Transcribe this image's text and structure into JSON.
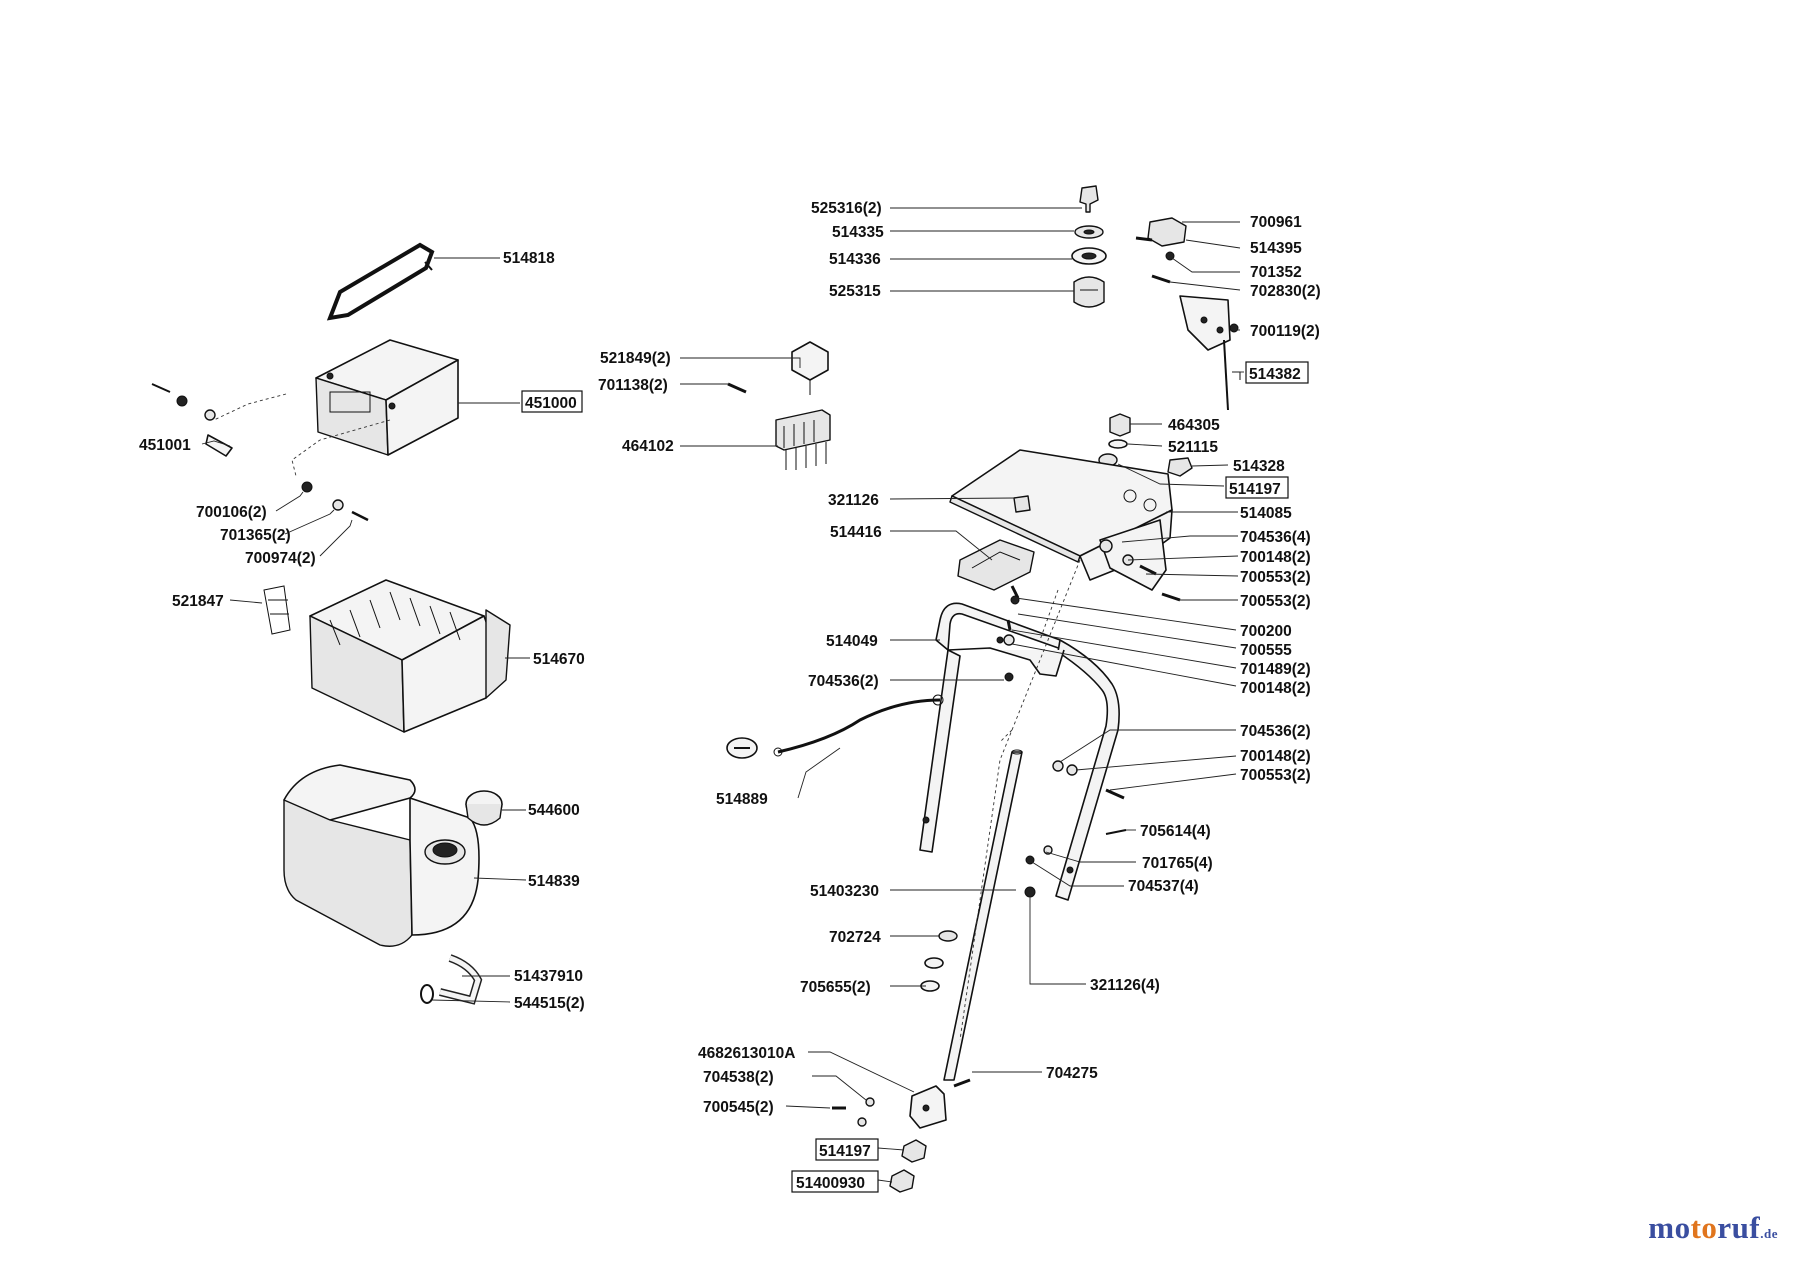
{
  "diagram": {
    "labels": [
      {
        "key": "l01",
        "text": "514818"
      },
      {
        "key": "l02",
        "text": "451000",
        "boxed": true
      },
      {
        "key": "l03",
        "text": "451001"
      },
      {
        "key": "l04",
        "text": "700106(2)"
      },
      {
        "key": "l05",
        "text": "701365(2)"
      },
      {
        "key": "l06",
        "text": "700974(2)"
      },
      {
        "key": "l07",
        "text": "521847"
      },
      {
        "key": "l08",
        "text": "514670"
      },
      {
        "key": "l09",
        "text": "544600"
      },
      {
        "key": "l10",
        "text": "514839"
      },
      {
        "key": "l11",
        "text": "51437910"
      },
      {
        "key": "l12",
        "text": "544515(2)"
      },
      {
        "key": "l13",
        "text": "521849(2)"
      },
      {
        "key": "l14",
        "text": "701138(2)"
      },
      {
        "key": "l15",
        "text": "464102"
      },
      {
        "key": "l16",
        "text": "525316(2)"
      },
      {
        "key": "l17",
        "text": "514335"
      },
      {
        "key": "l18",
        "text": "514336"
      },
      {
        "key": "l19",
        "text": "525315"
      },
      {
        "key": "l20",
        "text": "700961"
      },
      {
        "key": "l21",
        "text": "514395"
      },
      {
        "key": "l22",
        "text": "701352"
      },
      {
        "key": "l23",
        "text": "702830(2)"
      },
      {
        "key": "l24",
        "text": "700119(2)"
      },
      {
        "key": "l25",
        "text": "514382",
        "boxed": true
      },
      {
        "key": "l26",
        "text": "464305"
      },
      {
        "key": "l27",
        "text": "521115"
      },
      {
        "key": "l28",
        "text": "514328"
      },
      {
        "key": "l29",
        "text": "514197",
        "boxed": true
      },
      {
        "key": "l30",
        "text": "321126"
      },
      {
        "key": "l31",
        "text": "514085"
      },
      {
        "key": "l32",
        "text": "514416"
      },
      {
        "key": "l33",
        "text": "704536(4)"
      },
      {
        "key": "l34",
        "text": "700148(2)"
      },
      {
        "key": "l35",
        "text": "700553(2)"
      },
      {
        "key": "l36",
        "text": "700553(2)"
      },
      {
        "key": "l37",
        "text": "514049"
      },
      {
        "key": "l38",
        "text": "700200"
      },
      {
        "key": "l39",
        "text": "700555"
      },
      {
        "key": "l40",
        "text": "701489(2)"
      },
      {
        "key": "l41",
        "text": "700148(2)"
      },
      {
        "key": "l42",
        "text": "704536(2)"
      },
      {
        "key": "l43",
        "text": "704536(2)"
      },
      {
        "key": "l44",
        "text": "700148(2)"
      },
      {
        "key": "l45",
        "text": "700553(2)"
      },
      {
        "key": "l46",
        "text": "514889"
      },
      {
        "key": "l47",
        "text": "705614(4)"
      },
      {
        "key": "l48",
        "text": "701765(4)"
      },
      {
        "key": "l49",
        "text": "704537(4)"
      },
      {
        "key": "l50",
        "text": "51403230"
      },
      {
        "key": "l51",
        "text": "702724"
      },
      {
        "key": "l52",
        "text": "705655(2)"
      },
      {
        "key": "l53",
        "text": "321126(4)"
      },
      {
        "key": "l54",
        "text": "4682613010A"
      },
      {
        "key": "l55",
        "text": "704538(2)"
      },
      {
        "key": "l56",
        "text": "704275"
      },
      {
        "key": "l57",
        "text": "700545(2)"
      },
      {
        "key": "l58",
        "text": "514197",
        "boxed": true
      },
      {
        "key": "l59",
        "text": "51400930",
        "boxed": true
      }
    ]
  },
  "watermark": {
    "part1": "mo",
    "part2": "to",
    "part3": "ruf",
    "tld": ".de"
  }
}
